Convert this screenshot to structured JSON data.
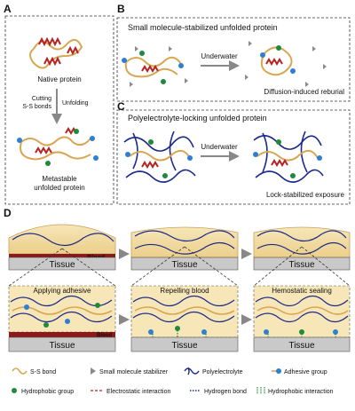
{
  "panels": {
    "a": {
      "letter": "A",
      "native_label": "Native protein",
      "step_left": [
        "Cutting",
        "S-S bonds"
      ],
      "step_right": "Unfolding",
      "result_label": [
        "Metastable",
        "unfolded protein"
      ]
    },
    "b": {
      "letter": "B",
      "title": "Small molecule-stabilized unfolded protein",
      "arrow_label": "Underwater",
      "result_label": "Diffusion-induced reburial"
    },
    "c": {
      "letter": "C",
      "title": "Polyelectrolyte-locking unfolded protein",
      "arrow_label": "Underwater",
      "result_label": "Lock-stabilized exposure"
    },
    "d": {
      "letter": "D",
      "tissue_label": "Tissue",
      "blood_label": "Blood",
      "stages": [
        "Applying adhesive",
        "Repelling blood",
        "Hemostatic sealing"
      ]
    }
  },
  "legend": [
    {
      "symbol": "ss-bond",
      "label": "S-S bond"
    },
    {
      "symbol": "small-molecule-stabilizer",
      "label": "Small molecule stabilizer"
    },
    {
      "symbol": "polyelectrolyte",
      "label": "Polyelectrolyte"
    },
    {
      "symbol": "adhesive-group",
      "label": "Adhesive group"
    },
    {
      "symbol": "hydrophobic-group",
      "label": "Hydrophobic group"
    },
    {
      "symbol": "electrostatic-interaction",
      "label": "Electrostatic interaction"
    },
    {
      "symbol": "hydrogen-bond",
      "label": "Hydrogen bond"
    },
    {
      "symbol": "hydrophobic-interaction",
      "label": "Hydrophobic interaction"
    }
  ],
  "colors": {
    "protein": "#d9a651",
    "helix": "#b52222",
    "polyelectrolyte": "#1c2a8a",
    "adhesive": "#2b7fd4",
    "hydrophobic": "#1f8a3a",
    "stabilizer": "#8a8a8a",
    "tissue": "#c9c9c9",
    "blood": "#8b1a1a",
    "gel": "#f2dca3"
  }
}
